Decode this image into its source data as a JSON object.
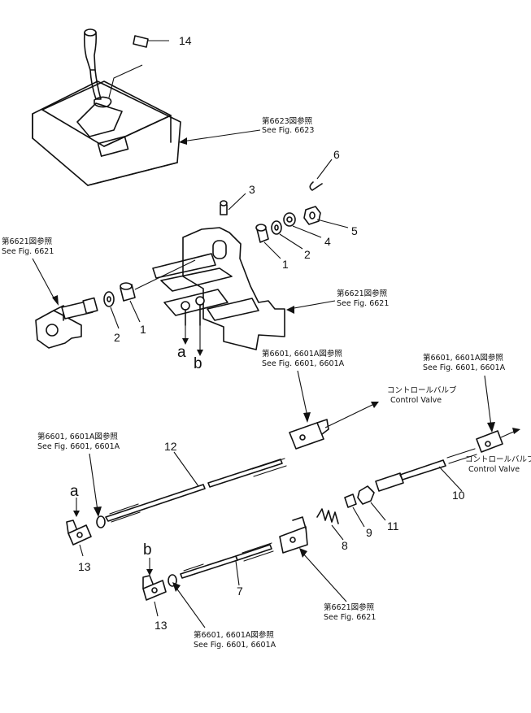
{
  "part_numbers": {
    "p14": "14",
    "p6": "6",
    "p3": "3",
    "p5": "5",
    "p4": "4",
    "p2_top": "2",
    "p1_top": "1",
    "p2_left": "2",
    "p1_left": "1",
    "p12": "12",
    "p10": "10",
    "p11": "11",
    "p9": "9",
    "p8": "8",
    "p7": "7",
    "p13_a": "13",
    "p13_b": "13"
  },
  "points": {
    "a_upper": "a",
    "b_upper": "b",
    "a_lower": "a",
    "b_lower": "b"
  },
  "references": {
    "fig6623_jp": "第6623図参照",
    "fig6623_en": "See Fig. 6623",
    "fig6621_left_jp": "第6621図参照",
    "fig6621_left_en": "See Fig. 6621",
    "fig6621_right_jp": "第6621図参照",
    "fig6621_right_en": "See Fig. 6621",
    "fig6601_center_jp": "第6601, 6601A図参照",
    "fig6601_center_en": "See Fig. 6601, 6601A",
    "fig6601_right_jp": "第6601, 6601A図参照",
    "fig6601_right_en": "See Fig. 6601, 6601A",
    "fig6601_left_jp": "第6601, 6601A図参照",
    "fig6601_left_en": "See Fig. 6601, 6601A",
    "fig6601_bottom_jp": "第6601, 6601A図参照",
    "fig6601_bottom_en": "See Fig. 6601, 6601A",
    "fig6621_bottom_jp": "第6621図参照",
    "fig6621_bottom_en": "See Fig. 6621",
    "cv1_jp": "コントロールバルブ",
    "cv1_en": "Control Valve",
    "cv2_jp": "コントロールバルブ",
    "cv2_en": "Control Valve"
  }
}
